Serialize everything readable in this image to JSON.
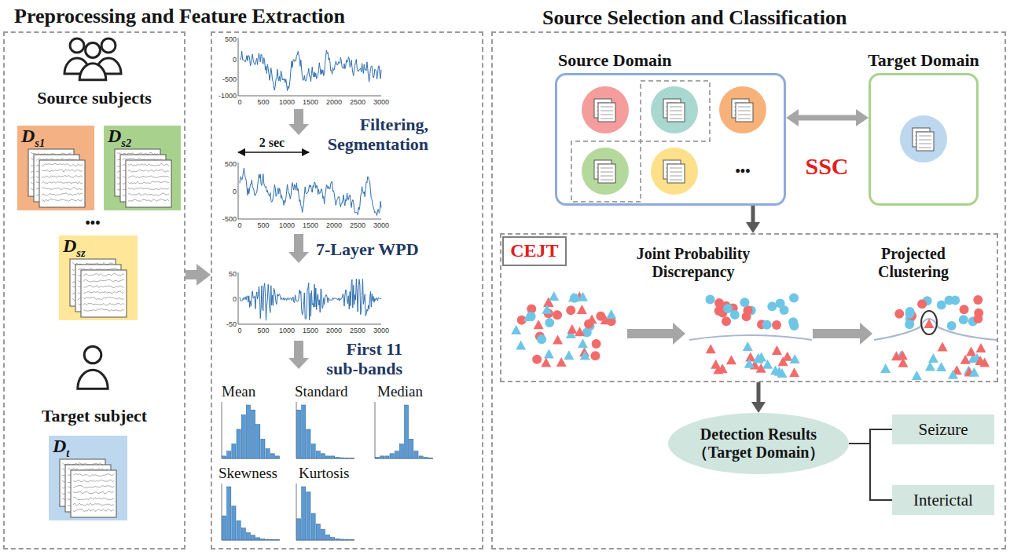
{
  "diagram": {
    "nodes": [
      {
        "text": [
          "Source subjects",
          "Target subject"
        ]
      },
      {
        "text": [
          "Ds1"
        ],
        "in": 0
      },
      {
        "text": [
          "Ds2"
        ],
        "in": 0
      },
      {
        "text": [
          "Dsz"
        ],
        "in": 0
      },
      {
        "text": [
          "Dt"
        ],
        "in": 0
      },
      {
        "text": [
          "Filtering, Segmentation",
          "7-Layer WPD",
          "First 11 sub-bands"
        ]
      },
      {
        "text": [
          "Source Selection and Classification"
        ]
      },
      {
        "text": [
          "Source Domain"
        ],
        "in": 6
      },
      {
        "text": [
          "Target Domain"
        ],
        "in": 6
      },
      {
        "text": [
          "Joint Probability Discrepancy",
          "Projected Clustering"
        ],
        "in": 6
      },
      {
        "text": [
          "CEJT"
        ],
        "in": 9
      },
      {
        "text": [
          "Detection Results （Target Domain）"
        ],
        "in": 6
      },
      {
        "text": [
          "Seizure"
        ],
        "in": 6
      },
      {
        "text": [
          "Interictal"
        ],
        "in": 6
      }
    ],
    "edges": [
      {
        "from": 0,
        "to": 5,
        "arrow": "to"
      },
      {
        "from": 7,
        "to": 8,
        "label": "SSC",
        "arrow": "both"
      },
      {
        "from": 7,
        "to": 9,
        "arrow": "to"
      },
      {
        "from": 9,
        "to": 11,
        "arrow": "to"
      },
      {
        "from": 11,
        "to": 12,
        "arrow": "none"
      },
      {
        "from": 11,
        "to": 13,
        "arrow": "none"
      }
    ],
    "labels": [
      "Preprocessing and Feature Extraction",
      "•••",
      "2 sec",
      "Mean",
      "Standard",
      "Median",
      "Skewness",
      "Kurtosis",
      "•••",
      "500",
      "0",
      "-500",
      "-1000",
      "0",
      "500",
      "1000",
      "1500",
      "2000",
      "2500",
      "3000",
      "500",
      "0",
      "-500",
      "0",
      "500",
      "1000",
      "1500",
      "2000",
      "2500",
      "3000",
      "50",
      "0",
      "-50",
      "0",
      "500",
      "1000",
      "1500",
      "2000",
      "2500",
      "3000"
    ]
  }
}
